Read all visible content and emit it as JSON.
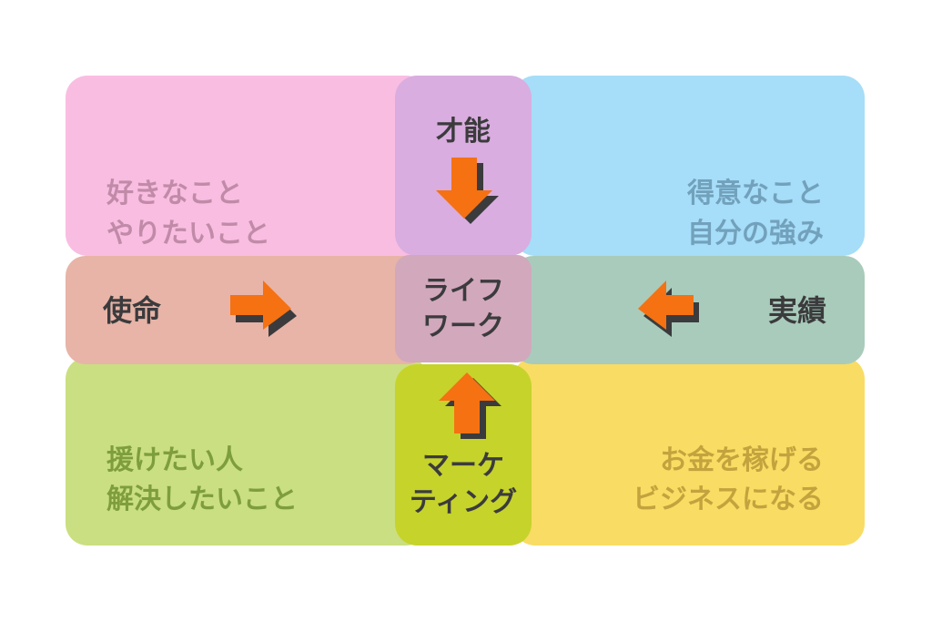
{
  "colors": {
    "bg": "#ffffff",
    "pink": "#f9bde2",
    "purple": "#d9addf",
    "blue": "#a6ddf8",
    "salmon": "#e7b4a7",
    "mauve": "#d2a8bc",
    "teal": "#a9cbbb",
    "green": "#cadf81",
    "chartreuse": "#c6d32b",
    "yellow": "#f9dc63",
    "arrow": "#f57112",
    "arrow-shadow": "#3b3b3d",
    "dark-text": "#3b3b3d",
    "pink-text": "#c18ba8",
    "blue-text": "#72a1bc",
    "green-text": "#7e9e3e",
    "yellow-text": "#c3a33e"
  },
  "diagram": {
    "cells": {
      "likes": {
        "line1": "好きなこと",
        "line2": "やりたいこと"
      },
      "talent": {
        "label": "才能"
      },
      "strengths": {
        "line1": "得意なこと",
        "line2": "自分の強み"
      },
      "mission": {
        "label": "使命"
      },
      "lifework": {
        "line1": "ライフ",
        "line2": "ワーク"
      },
      "achievements": {
        "label": "実績"
      },
      "help": {
        "line1": "援けたい人",
        "line2": "解決したいこと"
      },
      "marketing": {
        "line1": "マーケ",
        "line2": "ティング"
      },
      "money": {
        "line1": "お金を稼げる",
        "line2": "ビジネスになる"
      }
    },
    "icons": {
      "talent_to_center": "down-arrow",
      "mission_to_center": "right-arrow",
      "achievements_to_center": "left-arrow",
      "marketing_to_center": "up-arrow"
    }
  }
}
